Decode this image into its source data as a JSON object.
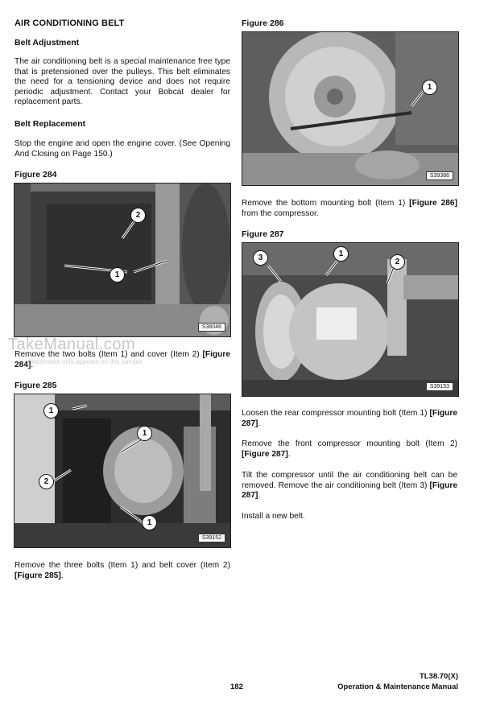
{
  "left": {
    "title": "AIR CONDITIONING BELT",
    "belt_adjustment_heading": "Belt Adjustment",
    "belt_adjustment_text": "The air conditioning belt is a special maintenance free type that is pretensioned over the pulleys. This belt eliminates the need for a tensioning device and does not require periodic adjustment. Contact your Bobcat dealer for replacement parts.",
    "belt_replacement_heading": "Belt Replacement",
    "belt_replacement_text": "Stop the engine and open the engine cover. (See Opening And Closing on Page 150.)",
    "fig284_label": "Figure 284",
    "fig284_code": "S38046",
    "fig284_text_a": "Remove the two bolts (Item 1) and cover (Item 2) ",
    "fig284_ref": "[Figure 284]",
    "fig284_text_end": ".",
    "fig285_label": "Figure 285",
    "fig285_code": "S39152",
    "fig285_text_a": "Remove the three bolts (Item 1) and belt cover (Item 2) ",
    "fig285_ref": "[Figure 285]",
    "fig285_text_end": "."
  },
  "right": {
    "fig286_label": "Figure 286",
    "fig286_code": "S39386",
    "fig286_text_a": "Remove the bottom mounting bolt (Item 1) ",
    "fig286_ref": "[Figure 286]",
    "fig286_text_b": " from the compressor.",
    "fig287_label": "Figure 287",
    "fig287_code": "S39153",
    "step1_a": "Loosen the rear compressor mounting bolt (Item 1) ",
    "step1_ref": "[Figure 287]",
    "step1_end": ".",
    "step2_a": "Remove the front compressor mounting bolt (Item 2) ",
    "step2_ref": "[Figure 287]",
    "step2_end": ".",
    "step3_a": "Tilt the compressor until the air conditioning belt can be removed. Remove the air conditioning belt (Item 3) ",
    "step3_ref": "[Figure 287]",
    "step3_end": ".",
    "step4": "Install a new belt."
  },
  "callouts": {
    "c1": "1",
    "c2": "2",
    "c3": "3"
  },
  "watermark": {
    "text": "TakeManual.com",
    "note": "Watermark only appears on this sample"
  },
  "footer": {
    "page_number": "182",
    "model": "TL38.70(X)",
    "manual": "Operation & Maintenance Manual"
  }
}
